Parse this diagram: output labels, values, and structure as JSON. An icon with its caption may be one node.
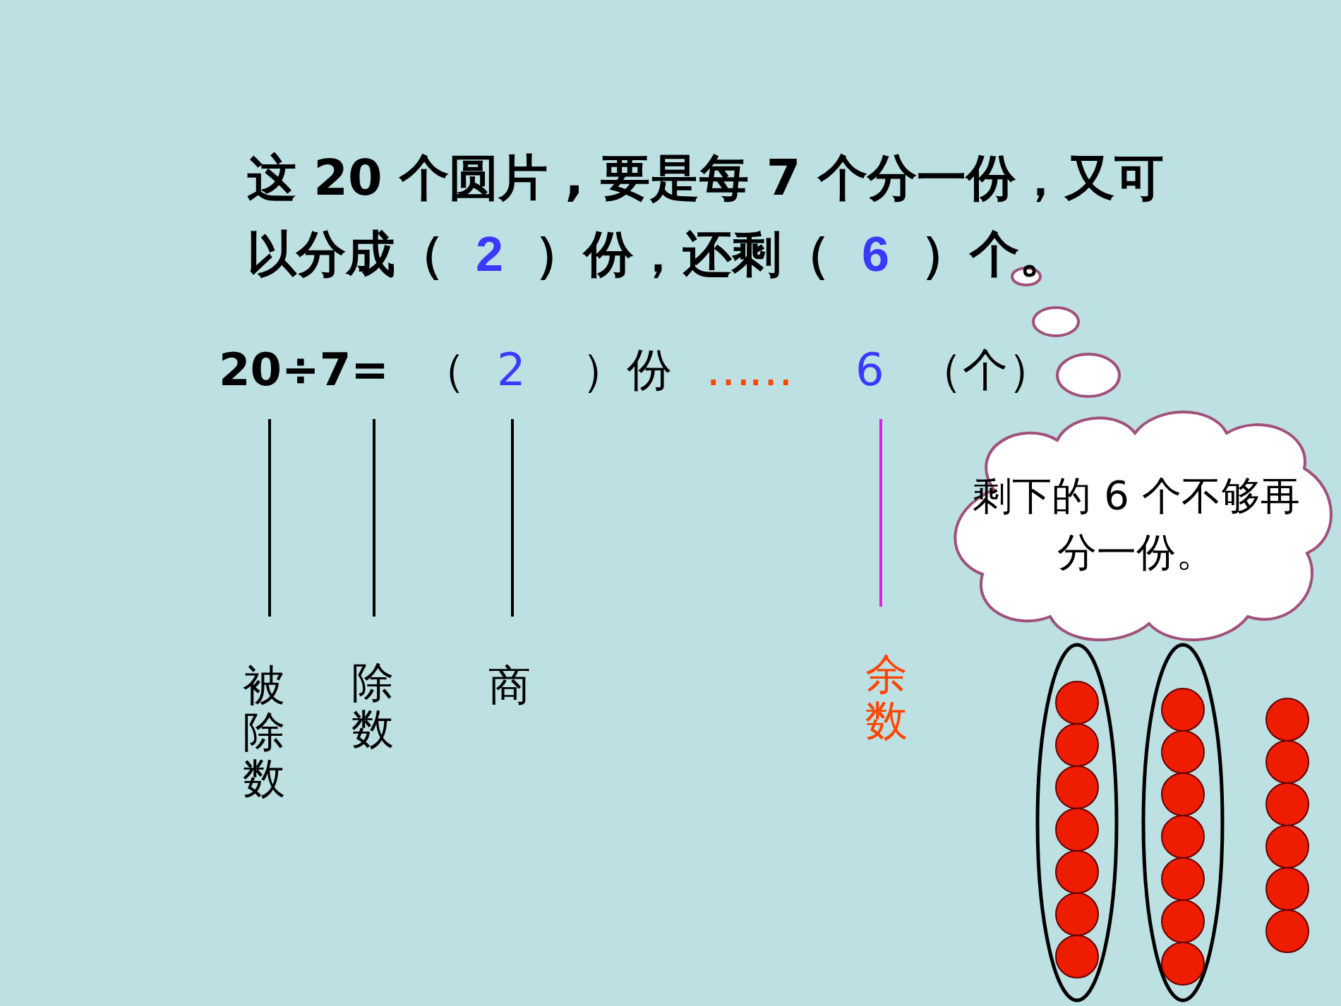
{
  "diagram": {
    "nodes": [
      {
        "text": [
          "被除数"
        ]
      },
      {
        "text": [
          "除数"
        ]
      },
      {
        "text": [
          "商"
        ]
      },
      {
        "text": [
          "余数"
        ]
      },
      {
        "text": [
          "剩下的 6 个不够再分一份。"
        ]
      }
    ],
    "edges": [
      {
        "from": 0,
        "to": null,
        "arrow": "none"
      },
      {
        "from": 1,
        "to": null,
        "arrow": "none"
      },
      {
        "from": 2,
        "to": null,
        "arrow": "none"
      },
      {
        "from": 3,
        "to": null,
        "arrow": "none",
        "color": "#e020e0"
      }
    ],
    "labels": [
      "这 20 个圆片 , 要是每 7 个分一份，又可以分成（",
      "2",
      "）份，还剩（",
      "6",
      "）个。",
      "20÷7=",
      "（",
      "2",
      "）份",
      "……",
      "6",
      "（个）"
    ]
  }
}
